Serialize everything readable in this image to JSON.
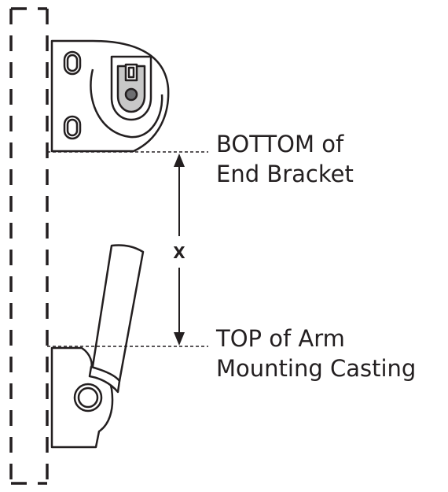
{
  "labels": {
    "bottom_line1": "BOTTOM of",
    "bottom_line2": "End Bracket",
    "top_line1": "TOP of Arm",
    "top_line2": "Mounting Casting",
    "dimension": "X"
  },
  "colors": {
    "stroke": "#231f20",
    "knob_fill": "#c8c8c8",
    "knob_center": "#6d6e71",
    "background": "#ffffff"
  }
}
